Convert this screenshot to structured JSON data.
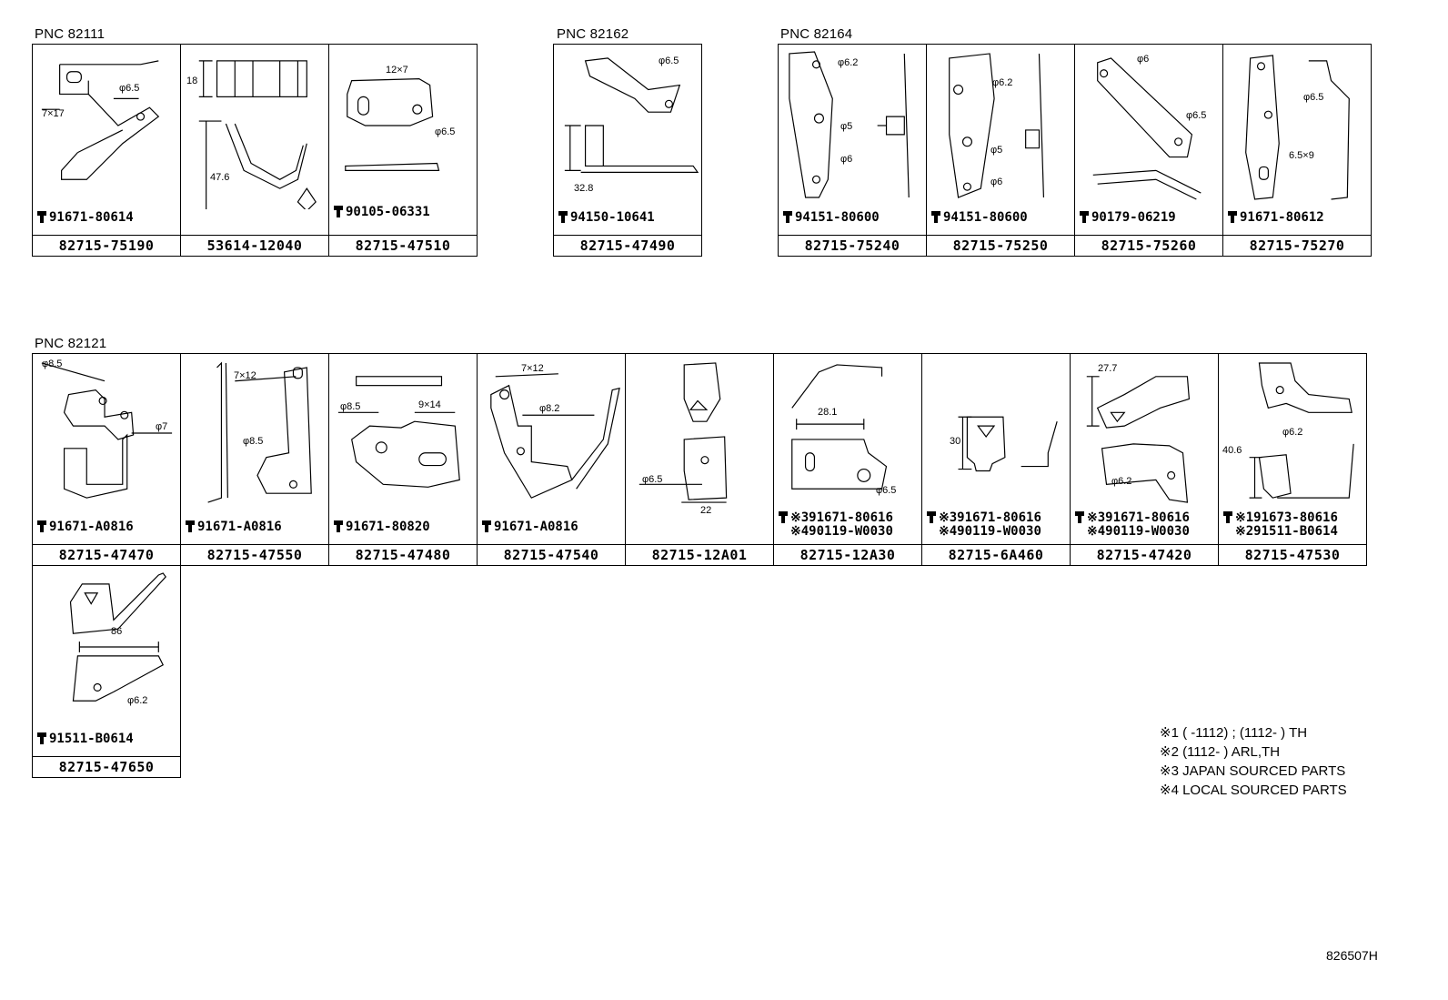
{
  "groups": [
    {
      "pnc": "PNC 82111",
      "parts": [
        {
          "part_no": "82715-75190",
          "fasteners": [
            "91671-80614"
          ],
          "dims": [
            "7×17",
            "φ6.5"
          ]
        },
        {
          "part_no": "53614-12040",
          "fasteners": [],
          "dims": [
            "18",
            "47.6"
          ]
        },
        {
          "part_no": "82715-47510",
          "fasteners": [
            "90105-06331"
          ],
          "dims": [
            "12×7",
            "φ6.5"
          ]
        }
      ]
    },
    {
      "pnc": "PNC 82162",
      "parts": [
        {
          "part_no": "82715-47490",
          "fasteners": [
            "94150-10641"
          ],
          "dims": [
            "φ6.5",
            "32.8"
          ]
        }
      ]
    },
    {
      "pnc": "PNC 82164",
      "parts": [
        {
          "part_no": "82715-75240",
          "fasteners": [
            "94151-80600"
          ],
          "dims": [
            "φ6.2",
            "φ5",
            "φ6"
          ]
        },
        {
          "part_no": "82715-75250",
          "fasteners": [
            "94151-80600"
          ],
          "dims": [
            "φ6.2",
            "φ5",
            "φ6"
          ]
        },
        {
          "part_no": "82715-75260",
          "fasteners": [
            "90179-06219"
          ],
          "dims": [
            "φ6",
            "φ6.5"
          ]
        },
        {
          "part_no": "82715-75270",
          "fasteners": [
            "91671-80612"
          ],
          "dims": [
            "φ6.5",
            "6.5×9"
          ]
        }
      ]
    },
    {
      "pnc": "PNC 82121",
      "parts": [
        {
          "part_no": "82715-47470",
          "fasteners": [
            "91671-A0816"
          ],
          "dims": [
            "φ8.5",
            "φ7"
          ]
        },
        {
          "part_no": "82715-47550",
          "fasteners": [
            "91671-A0816"
          ],
          "dims": [
            "7×12",
            "φ8.5"
          ]
        },
        {
          "part_no": "82715-47480",
          "fasteners": [
            "91671-80820"
          ],
          "dims": [
            "φ8.5",
            "9×14"
          ]
        },
        {
          "part_no": "82715-47540",
          "fasteners": [
            "91671-A0816"
          ],
          "dims": [
            "7×12",
            "φ8.2"
          ]
        },
        {
          "part_no": "82715-12A01",
          "fasteners": [],
          "dims": [
            "φ6.5",
            "22"
          ]
        },
        {
          "part_no": "82715-12A30",
          "fasteners": [
            "※391671-80616",
            "※490119-W0030"
          ],
          "dims": [
            "28.1",
            "φ6.5"
          ]
        },
        {
          "part_no": "82715-6A460",
          "fasteners": [
            "※391671-80616",
            "※490119-W0030"
          ],
          "dims": [
            "30"
          ]
        },
        {
          "part_no": "82715-47420",
          "fasteners": [
            "※391671-80616",
            "※490119-W0030"
          ],
          "dims": [
            "27.7",
            "φ6.2"
          ]
        },
        {
          "part_no": "82715-47530",
          "fasteners": [
            "※191673-80616",
            "※291511-B0614"
          ],
          "dims": [
            "φ6.2",
            "40.6"
          ]
        },
        {
          "part_no": "82715-47650",
          "fasteners": [
            "91511-B0614"
          ],
          "dims": [
            "86",
            "φ6.2"
          ]
        }
      ]
    }
  ],
  "notes": [
    "※1 (        -1112) ; (1112-          ) TH",
    "※2 (1112-          ) ARL,TH",
    "※3 JAPAN SOURCED PARTS",
    "※4 LOCAL SOURCED PARTS"
  ],
  "reference": "826507H",
  "icons": {
    "fastener": "bolt-icon"
  }
}
